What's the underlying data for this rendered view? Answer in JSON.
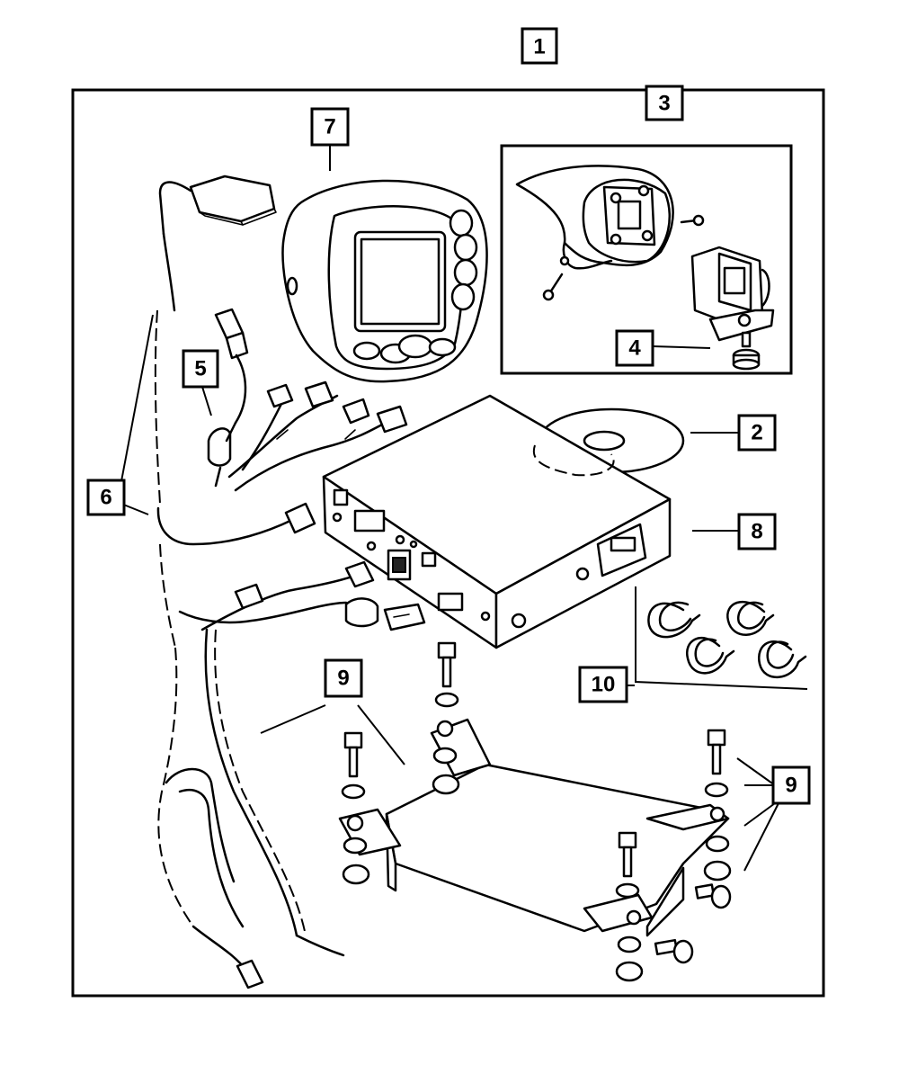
{
  "callouts": {
    "c1": "1",
    "c2": "2",
    "c3": "3",
    "c4": "4",
    "c5": "5",
    "c6": "6",
    "c7": "7",
    "c8": "8",
    "c9a": "9",
    "c9b": "9",
    "c10": "10"
  },
  "colors": {
    "line": "#000000",
    "background": "#ffffff"
  }
}
